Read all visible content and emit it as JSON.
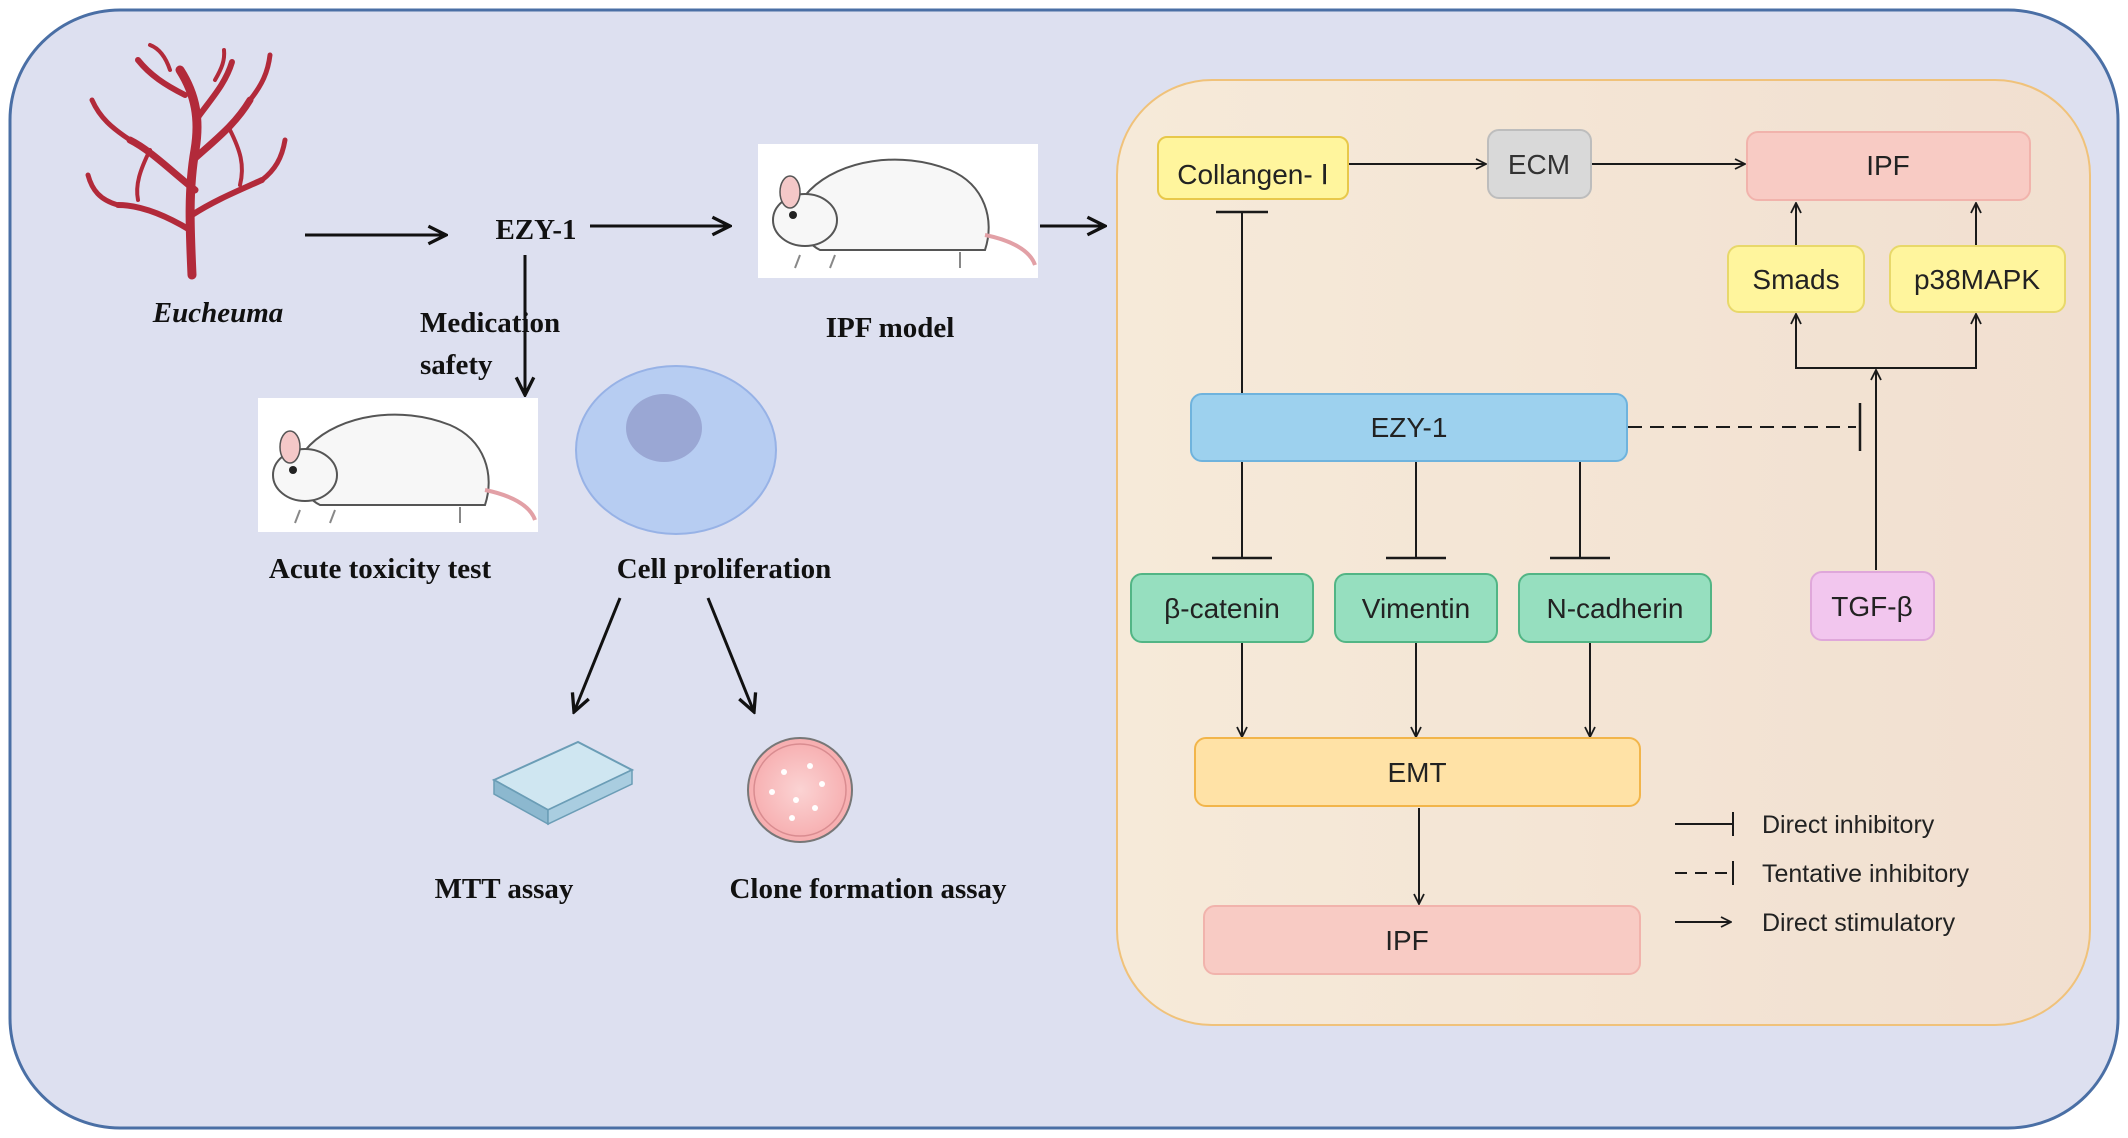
{
  "left_panel": {
    "source_label": "Eucheuma",
    "compound_label": "EZY-1",
    "medication_safety": [
      "Medication",
      "safety"
    ],
    "ipf_model_label": "IPF model",
    "acute_toxicity_label": "Acute toxicity test",
    "cell_proliferation_label": "Cell proliferation",
    "mtt_label": "MTT assay",
    "clone_label": "Clone formation assay"
  },
  "right_panel": {
    "nodes": {
      "collagen": "Collangen- Ⅰ",
      "ecm": "ECM",
      "ipf_top": "IPF",
      "smads": "Smads",
      "p38mapk": "p38MAPK",
      "ezy1": "EZY-1",
      "beta_catenin": "β-catenin",
      "vimentin": "Vimentin",
      "n_cadherin": "N-cadherin",
      "tgf_beta": "TGF-β",
      "emt": "EMT",
      "ipf_bottom": "IPF"
    },
    "legend": {
      "direct_inhibitory": "Direct inhibitory",
      "tentative_inhibitory": "Tentative inhibitory",
      "direct_stimulatory": "Direct stimulatory"
    }
  },
  "colors": {
    "outer_bg": "#dde0f0",
    "outer_border": "#4a6fa5",
    "inner_bg": "#f3e4d6",
    "inner_border": "#f0c27a",
    "yellow_node": "#fff59d",
    "gray_node": "#d9d9d9",
    "pink_node": "#f8cbc4",
    "blue_node": "#9dd1ee",
    "green_node": "#96dfbf",
    "violet_node": "#f2c6ee",
    "orange_node": "#ffe2a6"
  }
}
